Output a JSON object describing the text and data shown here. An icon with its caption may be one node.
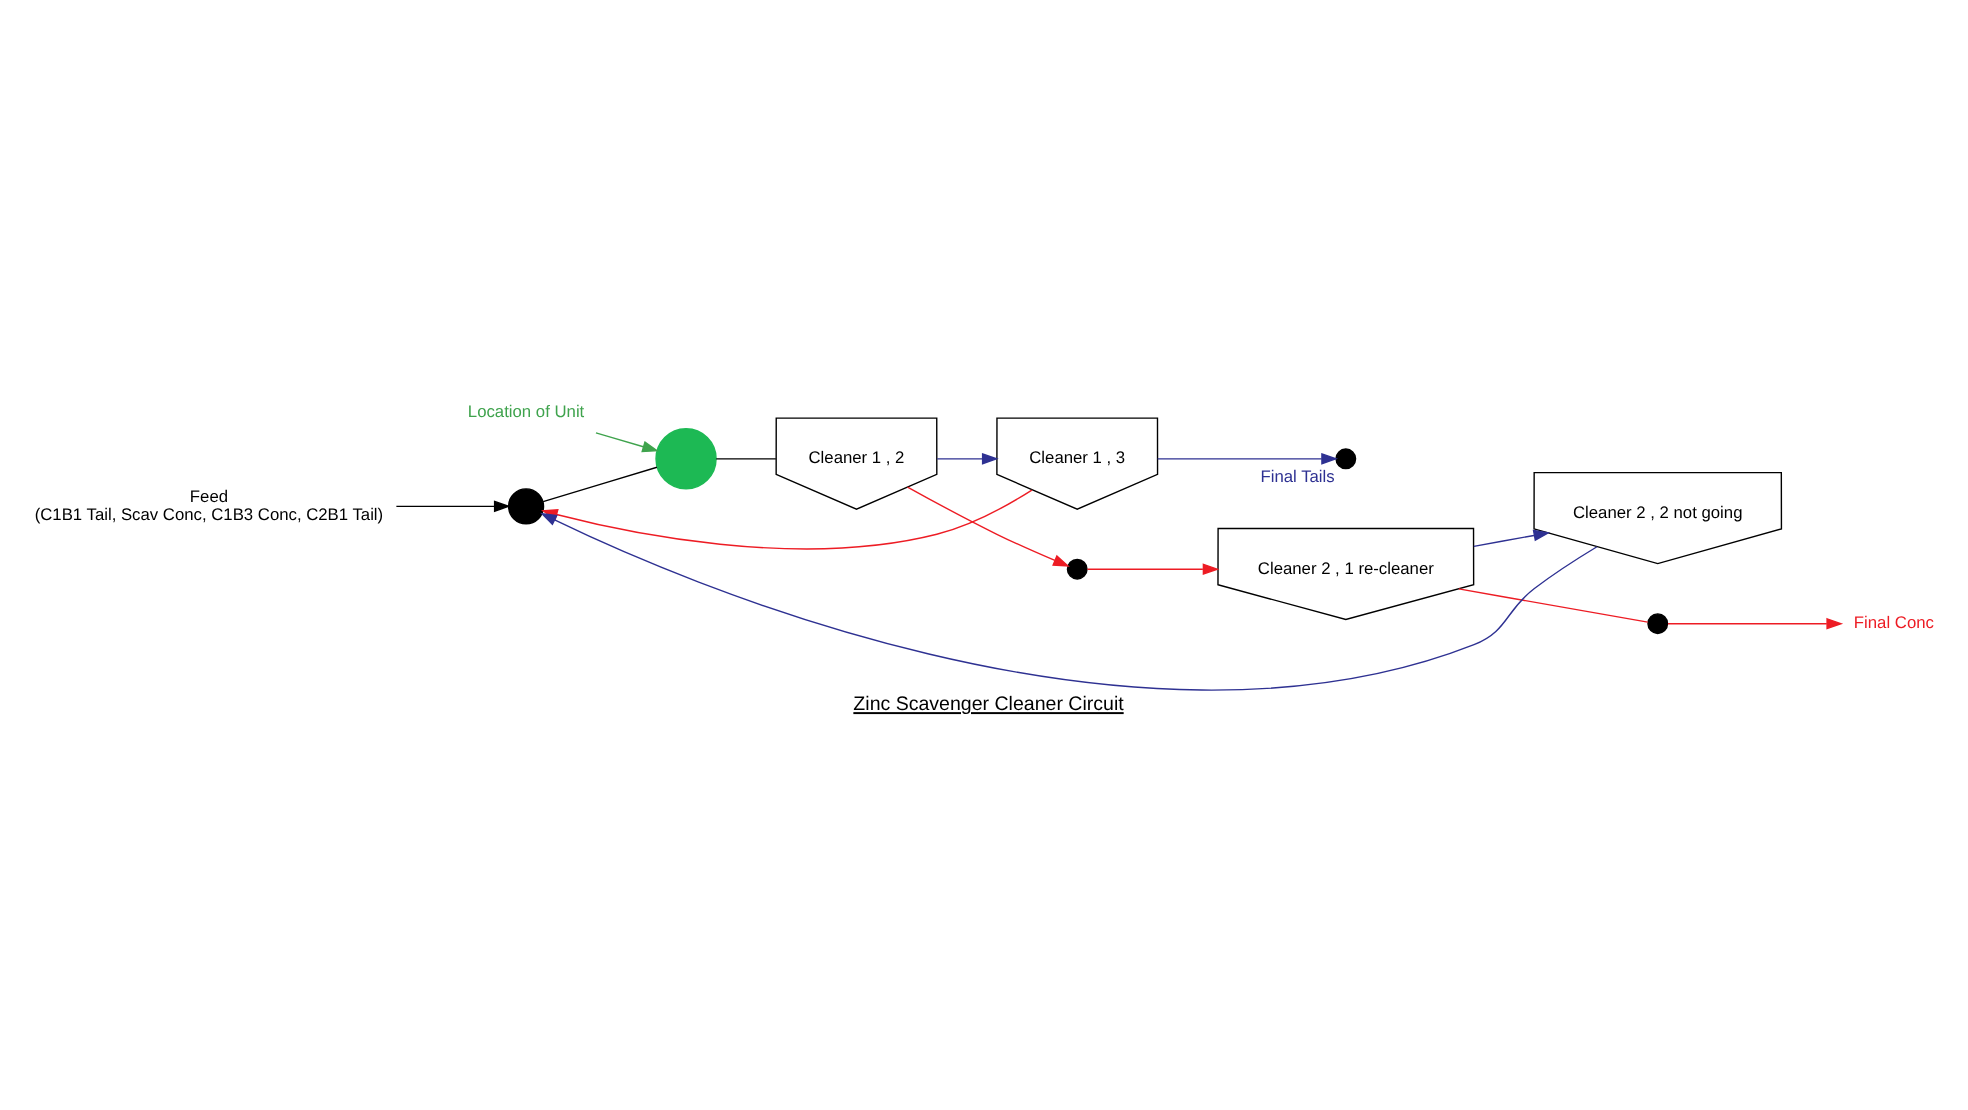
{
  "diagram": {
    "caption": "Zinc Scavenger Cleaner Circuit",
    "nodes": [
      {
        "text": [
          "Location of Unit"
        ]
      },
      {
        "text": [
          "Feed",
          "(C1B1 Tail, Scav Conc, C1B3 Conc, C2B1 Tail)"
        ]
      },
      {
        "text": [],
        "shape": "circle"
      },
      {
        "text": [],
        "shape": "circle"
      },
      {
        "text": [
          "Cleaner 1 , 2"
        ]
      },
      {
        "text": [
          "Cleaner 1 , 3"
        ]
      },
      {
        "text": [],
        "shape": "circle",
        "beside": [
          "Final Tails"
        ]
      },
      {
        "text": [],
        "shape": "circle"
      },
      {
        "text": [
          "Cleaner 2 , 1 re-cleaner"
        ]
      },
      {
        "text": [
          "Cleaner 2 , 2 not going"
        ]
      },
      {
        "text": [],
        "shape": "circle"
      },
      {
        "text": [
          "Final Conc"
        ]
      }
    ],
    "edges": [
      {
        "from": 0,
        "to": 3,
        "arrow": "to",
        "color": "#3fa34d"
      },
      {
        "from": 1,
        "to": 2,
        "arrow": "to",
        "color": "#000000"
      },
      {
        "from": 2,
        "to": 3,
        "arrow": "none",
        "color": "#000000"
      },
      {
        "from": 3,
        "to": 4,
        "arrow": "none",
        "color": "#000000"
      },
      {
        "from": 4,
        "to": 5,
        "arrow": "to",
        "color": "#2e3192"
      },
      {
        "from": 5,
        "to": 6,
        "arrow": "to",
        "color": "#2e3192"
      },
      {
        "from": 4,
        "to": 7,
        "arrow": "to",
        "color": "#ed1c24"
      },
      {
        "from": 5,
        "to": 2,
        "arrow": "to",
        "color": "#ed1c24"
      },
      {
        "from": 9,
        "to": 2,
        "arrow": "to",
        "color": "#2e3192"
      },
      {
        "from": 7,
        "to": 8,
        "arrow": "to",
        "color": "#ed1c24"
      },
      {
        "from": 8,
        "to": 9,
        "arrow": "to",
        "color": "#2e3192"
      },
      {
        "from": 8,
        "to": 10,
        "arrow": "none",
        "color": "#ed1c24"
      },
      {
        "from": 10,
        "to": 11,
        "arrow": "to",
        "color": "#ed1c24"
      }
    ]
  }
}
